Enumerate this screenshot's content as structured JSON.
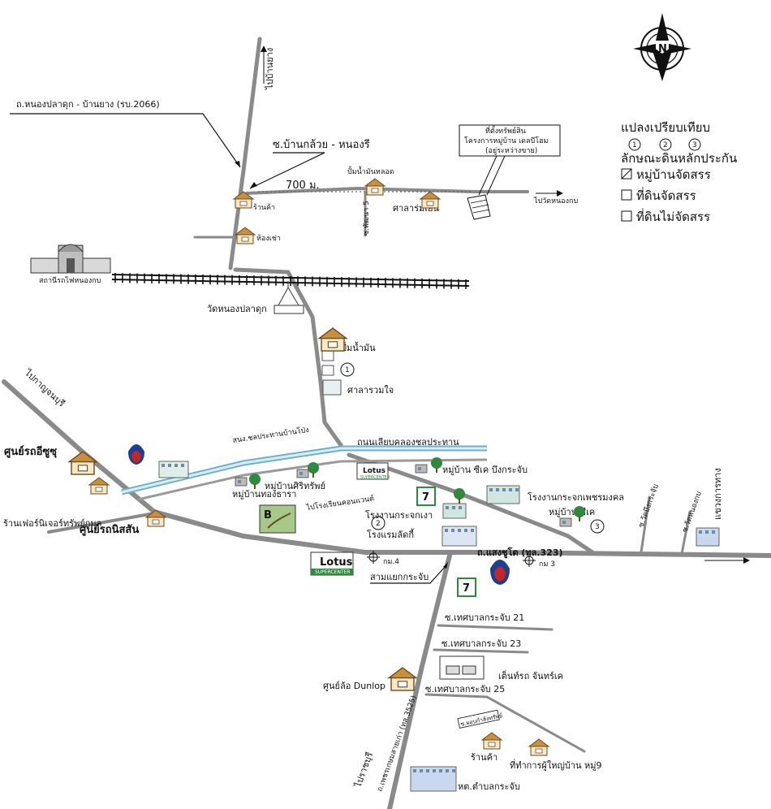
{
  "legend": {
    "title": "แปลงเปรียบเทียบ",
    "numbers": [
      "1",
      "2",
      "3"
    ],
    "subtitle": "ลักษณะดินหลักประกัน",
    "items": [
      "หมู่บ้านจัดสรร",
      "ที่ดินจัดสรร",
      "ที่ดินไม่จัดสรร"
    ]
  },
  "compass": {
    "label": "N"
  },
  "top": {
    "road_rb2066": "ถ.หนองปลาดุก - บ้านยาง (รบ.2066)",
    "to_ban_yang": "ไปบ้านยาง",
    "soi_ban_kluai": "ซ.บ้านกล้วย - หนองรี",
    "distance": "700 ม.",
    "gas_pump": "ปั้มน้ำมันหลอด",
    "shop": "ร้านค้า",
    "soi_5": "ซ.พัฒนา 5",
    "sala": "ศาลาร่มเย็น",
    "rent_room": "ห้องเช่า",
    "subject_box": [
      "ที่ตั้งทรัพย์สิน",
      "โครงการหมู่บ้าน เดลบีโฮม",
      "(อยู่ระหว่างขาย)"
    ],
    "to_nong_kop": "ไปวัดหนองกบ"
  },
  "station": "สถานีรถไฟหนองกบ",
  "middle": {
    "temple": "วัดหนองปลาดุก",
    "gas_station": "ปั้มน้ำมัน",
    "comp1": "1",
    "sala_ruam": "ศาลารวมใจ",
    "to_kanchanaburi": "ไปกาญจนบุรี",
    "isuzu": "ศูนย์รถอีซูซุ",
    "furniture": "ร้านเฟอร์นิเจอร์ทรัพย์กมล",
    "nissan": "ศูนย์รถนิสสัน",
    "canal_office": "สนง.ชลประทานบ้านโป่ง",
    "canal_road": "ถนนเลียบคลองชลประทาน",
    "lotus_small": "Lotus",
    "lotus_small_sub": "SUPERCENTER",
    "village_sk": "หมู่บ้าน ซีเค บึงกระจับ",
    "village_sirisap": "หมู่บ้านศิริทรัพย์",
    "village_thong": "หมู่บ้านทองธารา",
    "to_school": "ไปโรงเรียนคอนแวนต์",
    "comp2": "2",
    "seven": "7",
    "factory_tao": "โรงงานกระจกเงา",
    "hotel": "โรงแรมลัดกี้",
    "glass_factory": "โรงงานกระจกเพชรมงคล",
    "village_sk2": "หมู่บ้าน ซีเค",
    "comp3": "3",
    "soi_krachap": "ซ.วัดบึงกระจับ",
    "soi_nong_kop": "ซ.วัดหนองกบ",
    "khaeng": "แขวงการทาง",
    "main_road": "ถ.แสงชูโต (ทล.323)",
    "km4": "กม.4",
    "km3": "กม 3",
    "junction": "สามแยกกระจับ",
    "lotus_big": "Lotus",
    "lotus_big_sub": "SUPERCENTER",
    "b_label": "B"
  },
  "bottom": {
    "soi21": "ซ.เทศบาลกระจับ 21",
    "soi23": "ซ.เทศบาลกระจับ 23",
    "soi25": "ซ.เทศบาลกระจับ 25",
    "tent": "เต็นท์รถ จันทร์เค",
    "dunlop": "ศูนย์ล้อ Dunlop",
    "road3525": "ถ.เพชรเกษมสายเก่า (ทล.3525)",
    "to_ratchaburi": "ไปราชบุรี",
    "shop2": "ร้านค้า",
    "village_head": "ที่ทำการผู้ใหญ่บ้าน หมู่9",
    "small_soi": "ซ.ผอบกำลังทรัพย์",
    "station_police": "หต.ตำบลกระจับ"
  },
  "colors": {
    "road": "#8a8a8a",
    "canal": "#6fb0c8",
    "house": "#f7e9c6",
    "roof": "#c98f3c",
    "tree": "#2e8b3e",
    "ptt_red": "#c0262d",
    "ptt_blue": "#1d3f8f"
  }
}
